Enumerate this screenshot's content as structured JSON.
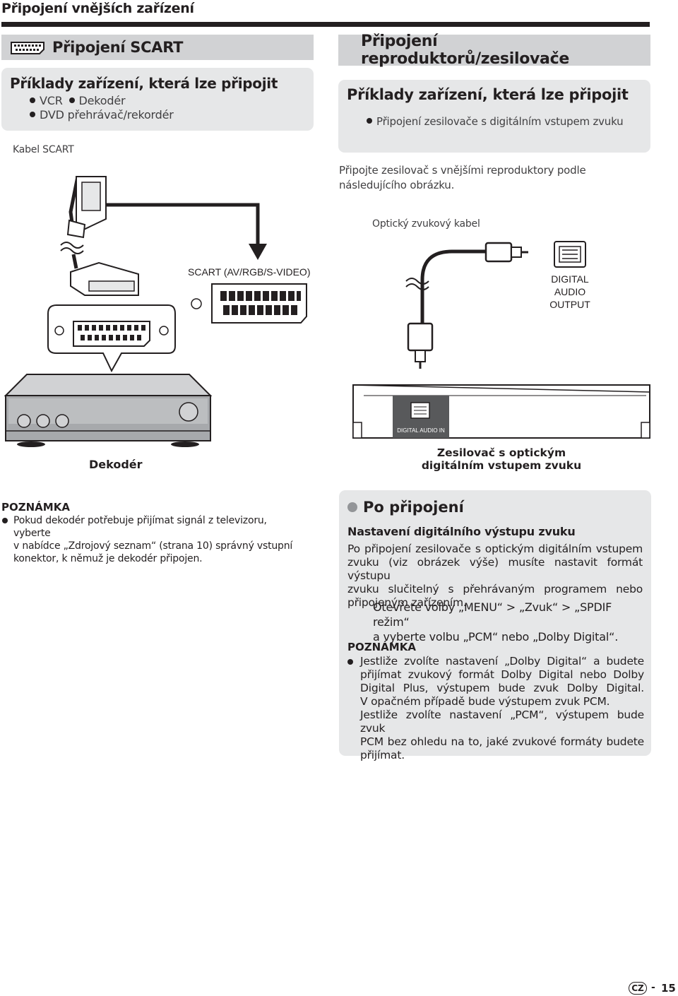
{
  "page": {
    "title": "Připojení vnějších zařízení",
    "page_number": "15",
    "lang_badge": "CZ",
    "page_sep": "-"
  },
  "scart": {
    "section_title": "Připojení SCART",
    "examples_heading": "Příklady zařízení, která lze připojit",
    "item_vcr": "VCR",
    "item_decoder": "Dekodér",
    "item_dvd": "DVD přehrávač/rekordér",
    "cable_label": "Kabel SCART",
    "port_label": "SCART (AV/RGB/S-VIDEO)",
    "device_label": "Dekodér",
    "note_title": "POZNÁMKA",
    "note_text_1": "Pokud dekodér potřebuje přijímat signál z televizoru, vyberte",
    "note_text_2": "v nabídce „Zdrojový seznam“ (strana 10) správný vstupní",
    "note_text_3": "konektor, k němuž je dekodér připojen."
  },
  "speaker": {
    "section_title": "Připojení reproduktorů/zesilovače",
    "examples_heading": "Příklady zařízení, která lze připojit",
    "example_item": "Připojení zesilovače s digitálním vstupem zvuku",
    "intro_1": "Připojte zesilovač s vnějšími reproduktory podle",
    "intro_2": "následujícího obrázku.",
    "cable_label": "Optický zvukový kabel",
    "port_line1": "DIGITAL",
    "port_line2": "AUDIO",
    "port_line3": "OUTPUT",
    "amp_port_label": "DIGITAL AUDIO IN",
    "device_label_1": "Zesilovač s optickým",
    "device_label_2": "digitálním vstupem zvuku"
  },
  "after": {
    "heading": "Po připojení",
    "subheading": "Nastavení digitálního výstupu zvuku",
    "body_1": "Po připojení zesilovače s optickým digitálním vstupem",
    "body_2": "zvuku (viz obrázek výše) musíte nastavit formát výstupu",
    "body_3": "zvuku slučitelný s přehrávaným programem nebo",
    "body_4": "připojeným zařízením.",
    "instr_1": "Otevřete volby „MENU“ > „Zvuk“ > „SPDIF režim“",
    "instr_2": "a vyberte volbu „PCM“ nebo „Dolby Digital“.",
    "note_title": "POZNÁMKA",
    "note_1": "Jestliže zvolíte nastavení „Dolby Digital“ a budete",
    "note_2": "přijímat zvukový formát Dolby Digital nebo Dolby",
    "note_3": "Digital Plus, výstupem bude zvuk Dolby Digital.",
    "note_4": "V opačném případě bude výstupem zvuk PCM.",
    "note_5": "Jestliže zvolíte nastavení „PCM“, výstupem bude zvuk",
    "note_6": "PCM bez ohledu na to, jaké zvukové formáty budete",
    "note_7": "přijímat."
  },
  "colors": {
    "text": "#231f20",
    "bar_grey": "#d1d2d4",
    "box_grey": "#e6e7e8"
  },
  "icons": [
    "scart-connector-icon",
    "optical-port-icon",
    "bullet-icon"
  ]
}
